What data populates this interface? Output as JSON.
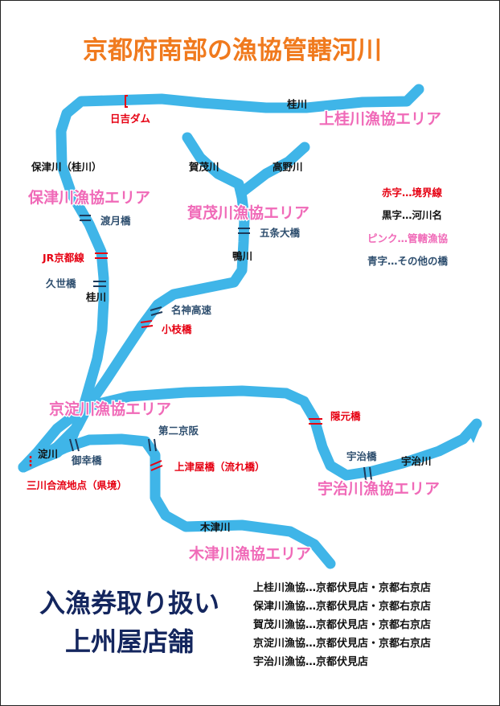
{
  "title": "京都府南部の漁協管轄河川",
  "colors": {
    "river": "#3fb5e8",
    "boundary": "#e60012",
    "river_name": "#111111",
    "bridge_name": "#2f4f6f",
    "area_name": "#f06ab8",
    "title": "#f07a1e",
    "shop_title": "#14265e"
  },
  "rivers": {
    "katsura_upper": "桂川",
    "hozu": "保津川（桂川）",
    "katsura_mid": "桂川",
    "kamo": "賀茂川",
    "takano": "高野川",
    "kamogawa": "鴨川",
    "yodo": "淀川",
    "uji": "宇治川",
    "kizu": "木津川"
  },
  "boundaries": {
    "hiyoshi_dam": "日吉ダム",
    "jr_kyoto_line": "JR京都線",
    "koeda": "小枝橋",
    "ingen": "隠元橋",
    "kamitsuya": "上津屋橋（流れ橋）",
    "sansen_confluence": "三川合流地点（県境）"
  },
  "bridges": {
    "watari": "渡月橋",
    "kuze": "久世橋",
    "gojo": "五条大橋",
    "meishin": "名神高速",
    "daini_keihan": "第二京阪",
    "gokou": "御幸橋",
    "uji_bridge": "宇治橋"
  },
  "areas": {
    "kamikatsura": "上桂川漁協エリア",
    "hozu": "保津川漁協エリア",
    "kamo": "賀茂川漁協エリア",
    "kyoyodo": "京淀川漁協エリア",
    "uji": "宇治川漁協エリア",
    "kizu": "木津川漁協エリア"
  },
  "legend": {
    "red": "赤字…境界線",
    "black": "黒字…河川名",
    "pink": "ピンク…管轄漁協",
    "blue": "青字…その他の橋"
  },
  "shop": {
    "title_line1": "入漁券取り扱い",
    "title_line2": "上州屋店舗",
    "lines": [
      "上桂川漁協…京都伏見店・京都右京店",
      "保津川漁協…京都伏見店・京都右京店",
      "賀茂川漁協…京都伏見店・京都右京店",
      "京淀川漁協…京都伏見店・京都右京店",
      "宇治川漁協…京都伏見店"
    ]
  }
}
